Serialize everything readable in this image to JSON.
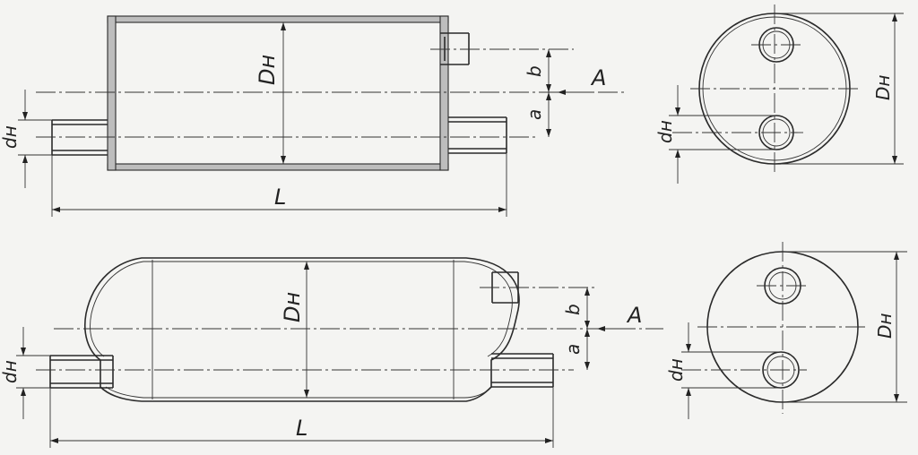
{
  "labels": {
    "outer_diameter": "Dн",
    "nozzle_diameter": "dн",
    "length": "L",
    "offset_a": "a",
    "offset_b": "b",
    "view": "A"
  },
  "colors": {
    "line": "#2a2a2a",
    "hatch": "#bdbdbd",
    "paper": "#f4f4f2"
  }
}
